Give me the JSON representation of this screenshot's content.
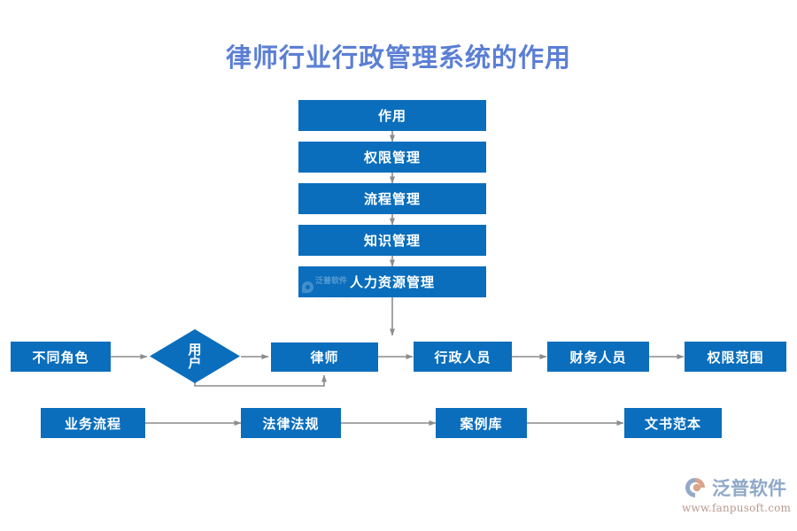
{
  "title": "律师行业行政管理系统的作用",
  "theme": {
    "node_fill": "#0a6ebd",
    "node_text": "#ffffff",
    "title_color": "#5b7fd4",
    "connector_color": "#8c8c8c",
    "background": "#ffffff"
  },
  "flow": {
    "vertical_chain": [
      {
        "id": "n-zuoyong",
        "label": "作用"
      },
      {
        "id": "n-quanxian-guanli",
        "label": "权限管理"
      },
      {
        "id": "n-liucheng-guanli",
        "label": "流程管理"
      },
      {
        "id": "n-zhishi-guanli",
        "label": "知识管理"
      },
      {
        "id": "n-renli-ziyuan-guanli",
        "label": "人力资源管理"
      }
    ],
    "role_row": [
      {
        "id": "n-butong-jiaose",
        "label": "不同角色",
        "shape": "rect"
      },
      {
        "id": "n-yonghu",
        "label": "用户",
        "shape": "diamond",
        "label_chars": [
          "用",
          "户"
        ]
      },
      {
        "id": "n-lvshi",
        "label": "律师",
        "shape": "rect"
      },
      {
        "id": "n-xingzheng-renyuan",
        "label": "行政人员",
        "shape": "rect"
      },
      {
        "id": "n-caiwu-renyuan",
        "label": "财务人员",
        "shape": "rect"
      },
      {
        "id": "n-quanxian-fanwei",
        "label": "权限范围",
        "shape": "rect"
      }
    ],
    "resource_row": [
      {
        "id": "n-yewu-liucheng",
        "label": "业务流程"
      },
      {
        "id": "n-falv-fagui",
        "label": "法律法规"
      },
      {
        "id": "n-anli-ku",
        "label": "案例库"
      },
      {
        "id": "n-wenshu-fanben",
        "label": "文书范本"
      }
    ]
  },
  "watermark": {
    "brand": "泛普软件",
    "url": "www.fanpusoft.com"
  }
}
